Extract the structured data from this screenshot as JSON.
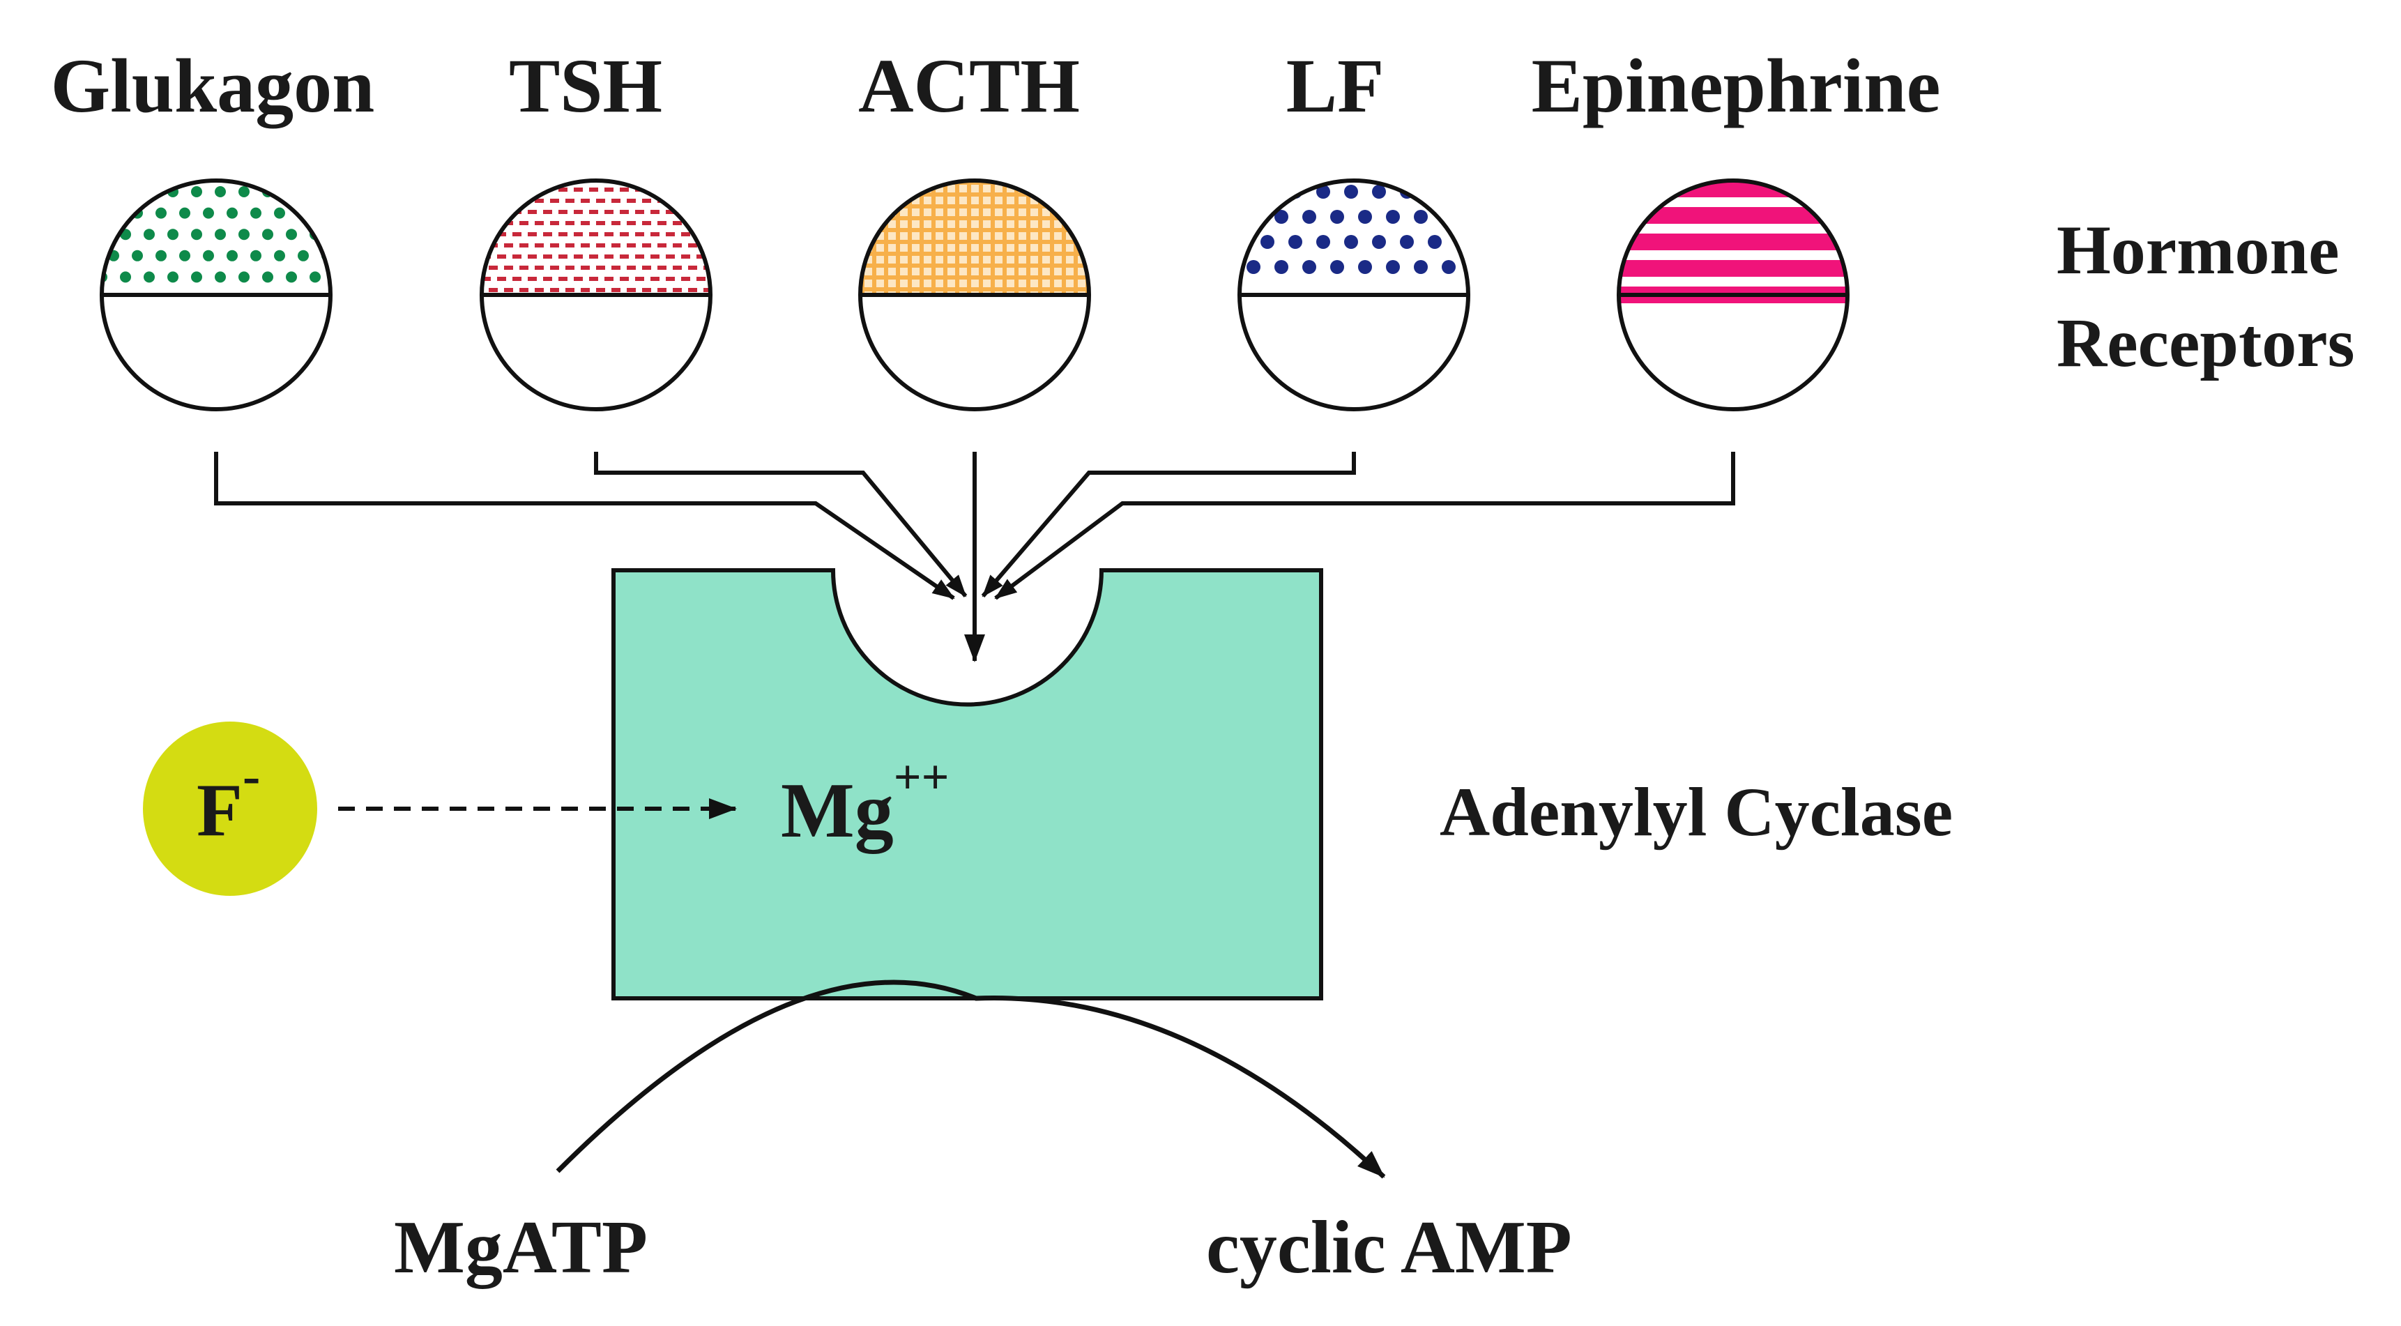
{
  "hormones": [
    {
      "label": "Glukagon",
      "color": "#0e8a4a",
      "pattern": "dots-small"
    },
    {
      "label": "TSH",
      "color": "#c8283a",
      "pattern": "dashes"
    },
    {
      "label": "ACTH",
      "color": "#f7b04a",
      "pattern": "grid"
    },
    {
      "label": "LF",
      "color": "#1a2a86",
      "pattern": "dots-large"
    },
    {
      "label": "Epinephrine",
      "color": "#f0137a",
      "pattern": "stripes"
    }
  ],
  "receptor_label": {
    "line1": "Hormone",
    "line2": "Receptors"
  },
  "enzyme": {
    "label": "Adenylyl Cyclase",
    "fill": "#8fe2c8",
    "cofactor": "Mg",
    "cofactor_charge": "++"
  },
  "inhibitor": {
    "label": "F",
    "charge": "-",
    "fill": "#d4dc12"
  },
  "substrate": "MgATP",
  "product": "cyclic AMP"
}
